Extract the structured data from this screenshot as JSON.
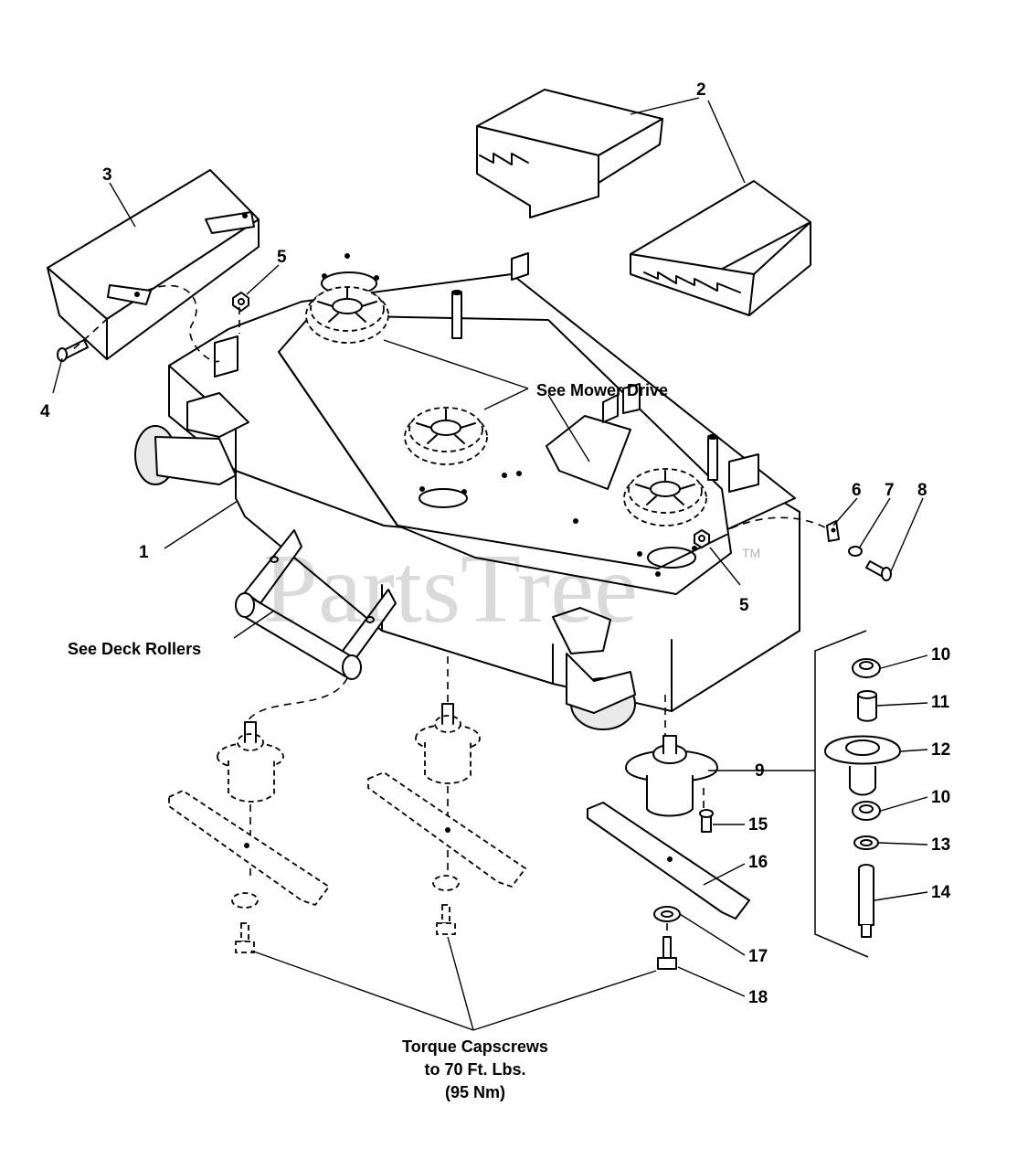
{
  "callouts": {
    "c1": "1",
    "c2": "2",
    "c3": "3",
    "c4": "4",
    "c5a": "5",
    "c5b": "5",
    "c6": "6",
    "c7": "7",
    "c8": "8",
    "c9": "9",
    "c10a": "10",
    "c10b": "10",
    "c11": "11",
    "c12": "12",
    "c13": "13",
    "c14": "14",
    "c15": "15",
    "c16": "16",
    "c17": "17",
    "c18": "18"
  },
  "notes": {
    "mower_drive": "See Mower Drive",
    "deck_rollers": "See Deck Rollers",
    "torque_line1": "Torque Capscrews",
    "torque_line2": "to 70 Ft. Lbs.",
    "torque_line3": "(95 Nm)"
  },
  "watermark": {
    "text": "PartsTree",
    "tm": "TM"
  }
}
